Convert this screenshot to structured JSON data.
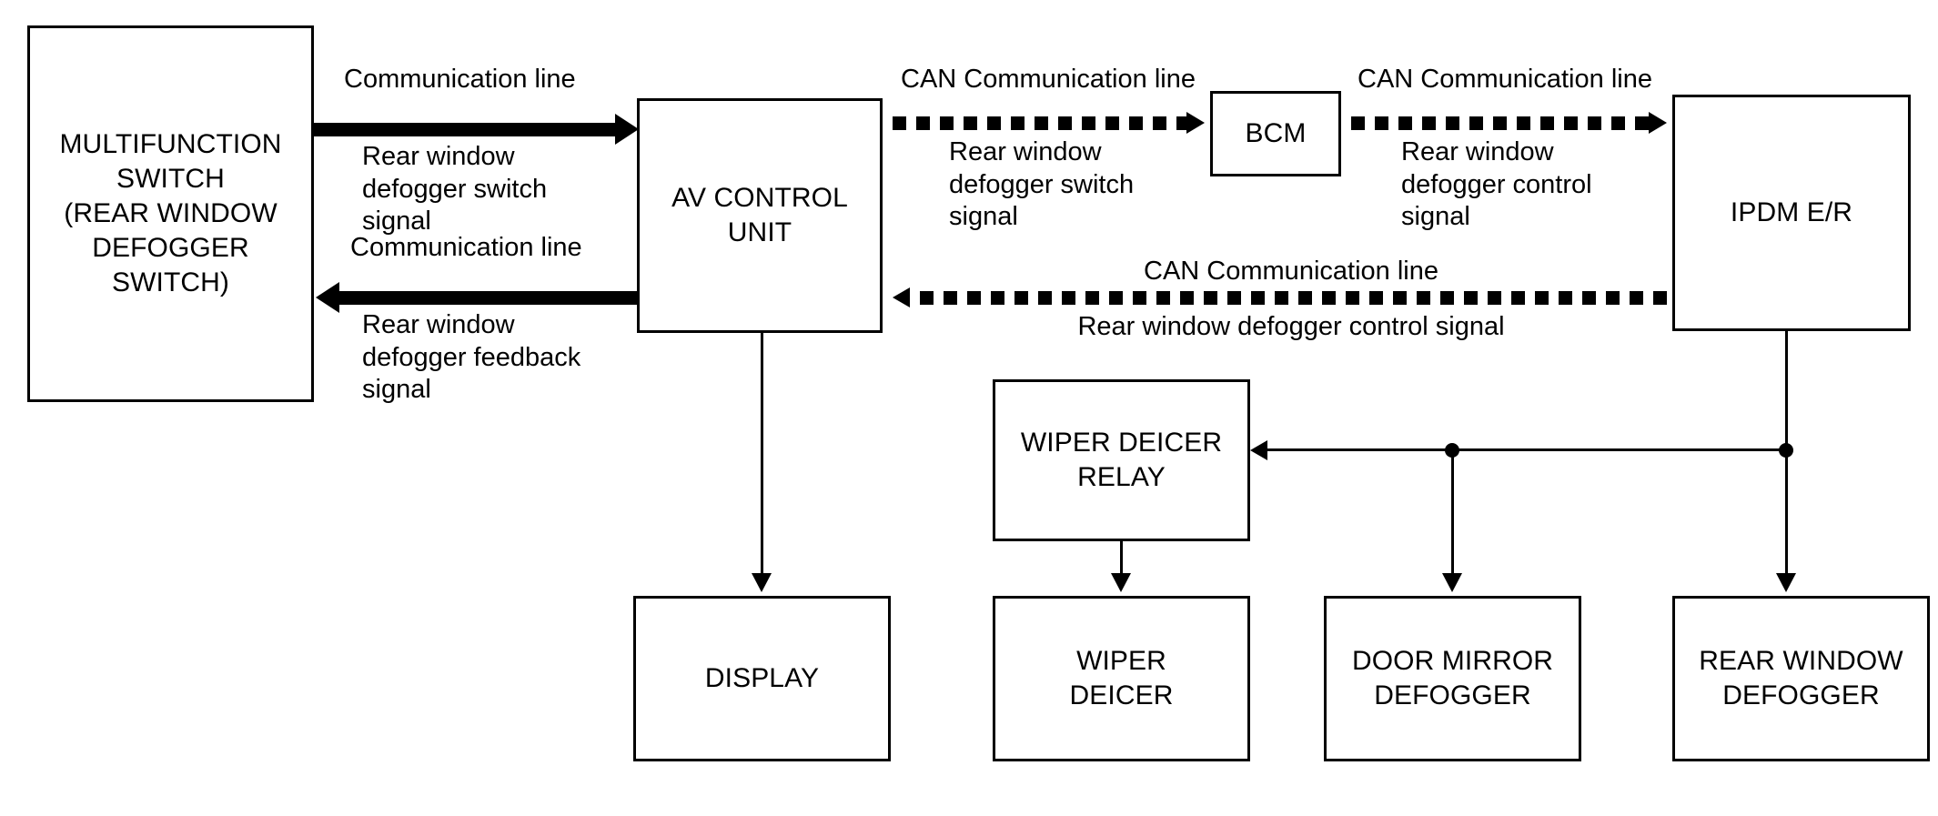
{
  "diagram": {
    "title": "Rear Window Defogger System Diagram",
    "line_color": "#000000",
    "background_color": "#ffffff"
  },
  "nodes": {
    "multifunction_switch": "MULTIFUNCTION\nSWITCH\n(REAR WINDOW\nDEFOGGER\nSWITCH)",
    "av_control_unit": "AV CONTROL\nUNIT",
    "bcm": "BCM",
    "ipdm_er": "IPDM E/R",
    "wiper_deicer_relay": "WIPER DEICER\nRELAY",
    "display": "DISPLAY",
    "wiper_deicer": "WIPER\nDEICER",
    "door_mirror_defogger": "DOOR MIRROR\nDEFOGGER",
    "rear_window_defogger": "REAR WINDOW\nDEFOGGER"
  },
  "edges": {
    "sw_to_av_line": "Communication line",
    "sw_to_av_signal": "Rear window\ndefogger switch\nsignal",
    "av_to_sw_line": "Communication line",
    "av_to_sw_signal": "Rear window\ndefogger feedback\nsignal",
    "av_to_bcm_line": "CAN Communication line",
    "av_to_bcm_signal": "Rear window\ndefogger switch\nsignal",
    "bcm_to_ipdm_line": "CAN Communication line",
    "bcm_to_ipdm_signal": "Rear window\ndefogger control\nsignal",
    "ipdm_to_av_line": "CAN Communication line",
    "ipdm_to_av_signal": "Rear window defogger control signal"
  }
}
